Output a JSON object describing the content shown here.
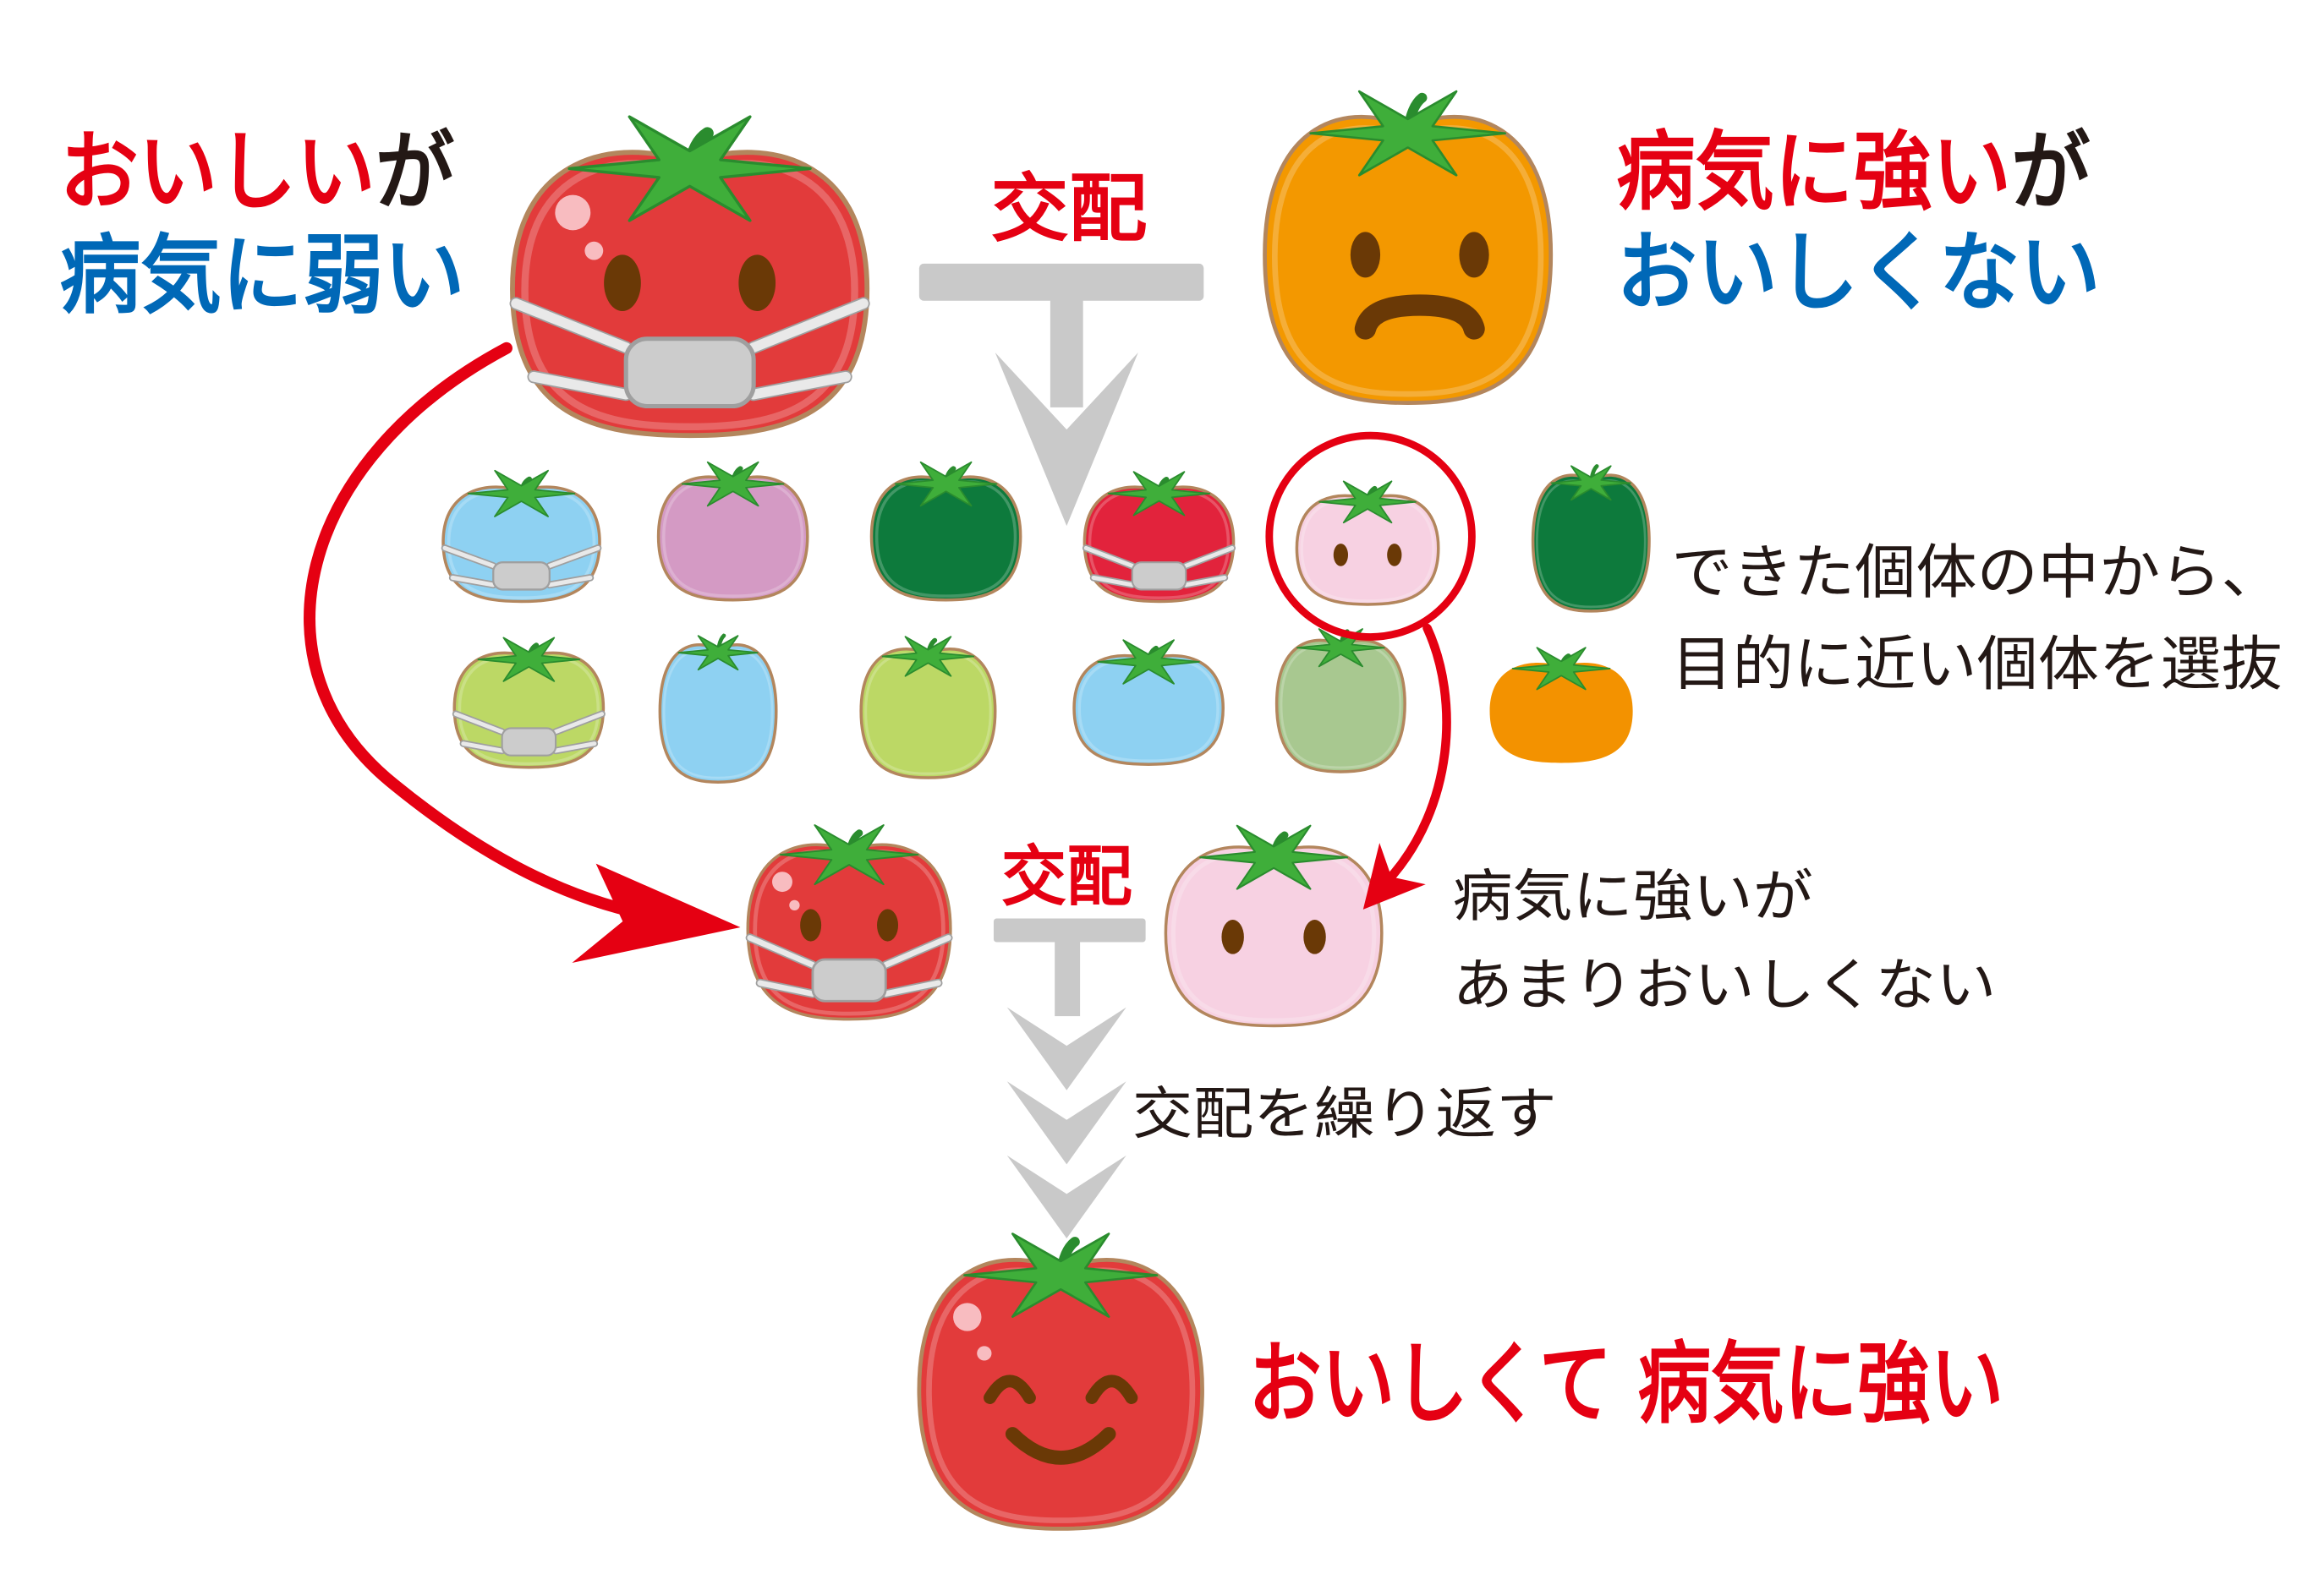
{
  "colors": {
    "red_text": "#e50012",
    "blue_text": "#0068b7",
    "black_text": "#231815",
    "arrow_gray": "#c9c9c9",
    "arrow_red": "#e50012"
  },
  "tomato_colors": {
    "red": "#e23b3b",
    "orange": "#f39800",
    "leaf": "#3fae3a",
    "leaf_dark": "#2a8c2e",
    "outline": "#b3865d",
    "eyes": "#6a3906",
    "highlight": "#f8bcc0",
    "mask": "#cccccc",
    "mask_outline": "#9f9f9f",
    "strap": "#e9e9e9"
  },
  "parents": {
    "tasty": {
      "label_good": "おいしい",
      "label_joiner": "が",
      "label_bad": "病気に弱い"
    },
    "resistant": {
      "label_good": "病気に強い",
      "label_joiner": "が",
      "label_bad": "おいしくない"
    }
  },
  "cross_label_top": "交配",
  "offspring_colors": [
    "#8ed1f2",
    "#d49ac4",
    "#0d7a3c",
    "#e2233c",
    "#f7d1e2",
    "#0d7a3c",
    "#bcd865",
    "#8ed1f2",
    "#bcd865",
    "#8ed1f2",
    "#a8c890",
    "#f39200"
  ],
  "selection_note": [
    "できた個体の中から、",
    "目的に近い個体を選抜"
  ],
  "cross_label_middle": "交配",
  "selected_note": [
    "病気に強いが",
    "あまりおいしくない"
  ],
  "repeat_label": "交配を繰り返す",
  "result_label": "おいしくて 病気に強い"
}
